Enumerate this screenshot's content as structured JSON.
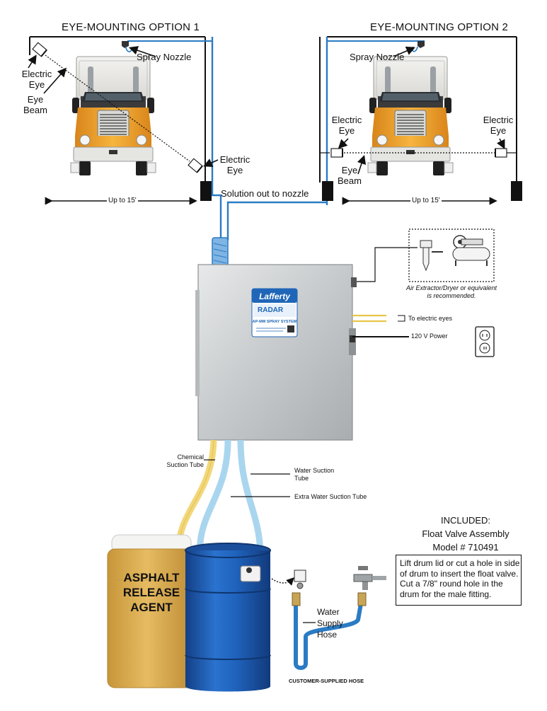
{
  "headings": {
    "option1": "EYE-MOUNTING OPTION 1",
    "option2": "EYE-MOUNTING OPTION 2"
  },
  "labels": {
    "spray_nozzle_1": "Spray Nozzle",
    "spray_nozzle_2": "Spray Nozzle",
    "electric_eye_1a": [
      "Electric",
      "Eye"
    ],
    "eye_beam_1": [
      "Eye",
      "Beam"
    ],
    "electric_eye_1b": [
      "Electric",
      "Eye"
    ],
    "electric_eye_2a": [
      "Electric",
      "Eye"
    ],
    "electric_eye_2b": [
      "Electric",
      "Eye"
    ],
    "eye_beam_2": [
      "Eye",
      "Beam"
    ],
    "width_1": "Up to 15'",
    "width_2": "Up to 15'",
    "solution_out": "Solution out to nozzle",
    "air_extractor": [
      "Air Extractor/Dryer or equivalent",
      "is recommended."
    ],
    "to_electric_eyes": "To electric eyes",
    "power": "120 V Power",
    "chemical_tube": [
      "Chemical",
      "Suction Tube"
    ],
    "water_tube": [
      "Water Suction",
      "Tube"
    ],
    "extra_water_tube": "Extra Water Suction Tube",
    "water_supply_hose": [
      "Water",
      "Supply",
      "Hose"
    ],
    "customer_hose": "CUSTOMER-SUPPLIED HOSE"
  },
  "cabinet": {
    "brand": "Lafferty",
    "product": "RADAR",
    "subtitle": "AP-MM SPRAY SYSTEM"
  },
  "drum_label": [
    "ASPHALT",
    "RELEASE",
    "AGENT"
  ],
  "included": {
    "title": "INCLUDED:",
    "item": "Float Valve Assembly",
    "model": "Model # 710491"
  },
  "instructions": [
    "Lift drum lid or cut a hole in side",
    "of drum to insert the float valve.",
    "Cut a 7/8\" round hole in the",
    "drum for the male fitting."
  ],
  "colors": {
    "tube_blue": "#2b7bc4",
    "tube_light_blue": "#a9d6ee",
    "tube_yellow": "#f2d77a",
    "truck_orange": "#f0a52a",
    "drum_blue": "#1d5fb5",
    "drum_amber": "#d8a94a",
    "cabinet_steel": "#cfd2d4",
    "label_blue": "#1f66b8"
  }
}
